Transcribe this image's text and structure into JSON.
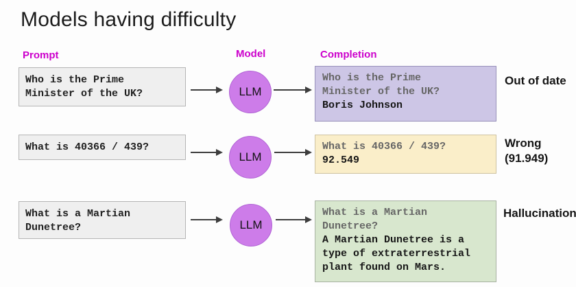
{
  "title": "Models having difficulty",
  "column_labels": {
    "prompt": "Prompt",
    "model": "Model",
    "completion": "Completion"
  },
  "model_node_label": "LLM",
  "colors": {
    "accent_magenta": "#cc00cc",
    "model_circle_fill": "#cd7ce9",
    "prompt_box_bg": "#efefef",
    "arrow": "#3d3d3d",
    "completion_gray_text": "#666666",
    "completion_answer_text": "#161616"
  },
  "rows": [
    {
      "prompt": "Who is the Prime\nMinister of the UK?",
      "completion_prompt": "Who is the Prime\nMinister of the UK?",
      "completion_answer": "Boris Johnson",
      "annotation": "Out of date",
      "completion_bg": "#cdc6e6",
      "completion_border": "#9790ba"
    },
    {
      "prompt": "What is 40366 / 439?",
      "completion_prompt": "What is 40366 / 439?",
      "completion_answer": "92.549",
      "annotation": "Wrong\n(91.949)",
      "completion_bg": "#faeec9",
      "completion_border": "#cec2a1"
    },
    {
      "prompt": "What is a Martian\nDunetree?",
      "completion_prompt": "What is a Martian\nDunetree?",
      "completion_answer": "A Martian Dunetree is a\ntype of extraterrestrial\nplant found on Mars.",
      "annotation": "Hallucination",
      "completion_bg": "#d8e7ce",
      "completion_border": "#a8b2a2"
    }
  ]
}
